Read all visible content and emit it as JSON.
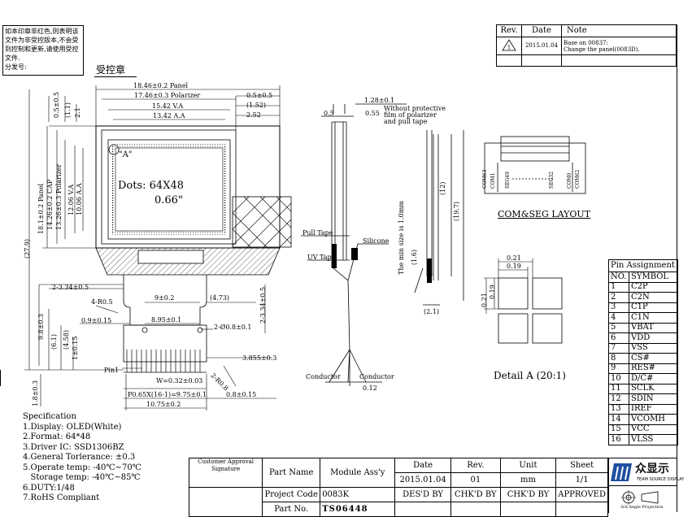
{
  "notice": {
    "lines": [
      "如本印章非红色,则表明该",
      "文件为非受控版本,不会受",
      "到控制和更新,请使用受控",
      "文件."
    ],
    "distribution_label": "分发号:",
    "stamp_label": "受控章"
  },
  "revision_block": {
    "headers": [
      "Rev.",
      "Date",
      "Note"
    ],
    "rows": [
      {
        "rev": "1",
        "date": "2015.01.04",
        "note_lines": [
          "Base on 00837:",
          "Change the panel(0083D)."
        ]
      }
    ]
  },
  "front_view": {
    "dims": {
      "panel_w": "18.46±0.2 Panel",
      "polarizer_w": "17.46±0.3 Polarizer",
      "va_w": "15.42 V.A",
      "aa_w": "13.42 A.A",
      "d05": "0.5±0.5",
      "d152": "(1.52)",
      "d252": "2.52",
      "top_05": "0.5±0.5",
      "top_11": "(1.1)",
      "top_21": "2.1",
      "panel_h": "18.1±0.2 Panel",
      "cap_h": "14.26±0.2 CAP",
      "pol_h": "13.26±0.3 Polarizer",
      "va_h": "12.06 V.A",
      "aa_h": "10.06 A.A",
      "total_h": "(27.9)",
      "d334": "2-3.34±0.5",
      "r05": "4-R0.5",
      "d9": "9±0.2",
      "d473": "(4.73)",
      "d09": "0.9±0.15",
      "d895": "8.95±0.1",
      "hole": "2-Ø0.8±0.1",
      "d334v": "2-3.34±0.5",
      "d98": "9.8±0.3",
      "d61": "(6.1)",
      "d458": "(4.58)",
      "d1": "1±0.15",
      "d3855": "3.855±0.3",
      "pin1": "Pin1",
      "w032": "W=0.32±0.03",
      "r080": "2-R0.8",
      "p065": "P0.65X(16-1)=9.75±0.1",
      "d08": "0.8±0.15",
      "d1075": "10.75±0.2",
      "d18": "1.8±0.3"
    },
    "marker_a": "\"A\"",
    "dots": "Dots: 64X48",
    "size": "0.66\""
  },
  "side_view": {
    "d128": "1.28±0.1",
    "d05": "0.5",
    "d055": "0.55",
    "note_lines": [
      "Without protective",
      "film of polarizer",
      "and pull tape"
    ],
    "pull_tape": "Pull Tape",
    "silicone": "Silicone",
    "uv_tape": "UV Tape",
    "min_size": "The min size is 1.0mm",
    "d16": "(1.6)",
    "d12": "(12)",
    "d197": "(19.7)",
    "d21": "(2.1)",
    "conductor_left": "Conductor",
    "conductor_right": "Conductor",
    "d012": "0.12"
  },
  "com_seg": {
    "title": "COM&SEG LAYOUT",
    "labels": [
      "COM63",
      "COM1",
      "SEG49",
      "SEG32",
      "COM0",
      "COM62"
    ]
  },
  "detail": {
    "title": "Detail A (20:1)",
    "d021": "0.21",
    "d019": "0.19",
    "v021": "0.21",
    "v019": "0.19"
  },
  "pin_assignment": {
    "title": "Pin Assignment",
    "headers": [
      "NO.",
      "SYMBOL"
    ],
    "rows": [
      [
        "1",
        "C2P"
      ],
      [
        "2",
        "C2N"
      ],
      [
        "3",
        "C1P"
      ],
      [
        "4",
        "C1N"
      ],
      [
        "5",
        "VBAT"
      ],
      [
        "6",
        "VDD"
      ],
      [
        "7",
        "VSS"
      ],
      [
        "8",
        "CS#"
      ],
      [
        "9",
        "RES#"
      ],
      [
        "10",
        "D/C#"
      ],
      [
        "11",
        "SCLK"
      ],
      [
        "12",
        "SDIN"
      ],
      [
        "13",
        "IREF"
      ],
      [
        "14",
        "VCOMH"
      ],
      [
        "15",
        "VCC"
      ],
      [
        "16",
        "VLSS"
      ]
    ]
  },
  "specification": {
    "title": "Specification",
    "items": [
      "1.Display: OLED(White)",
      "2.Format: 64*48",
      "3.Driver IC: SSD1306BZ",
      "4.General Torlerance: ±0.3",
      "5.Operate temp: -40℃~70℃",
      "   Storage temp: -40℃~85℃",
      "6.DUTY:1/48",
      "7.RoHS Compliant"
    ]
  },
  "title_block": {
    "customer_approval": [
      "Customer Approval",
      "Signature"
    ],
    "part_name_label": "Part Name",
    "part_name": "Module Ass'y",
    "project_code_label": "Project Code",
    "project_code": "0083K",
    "part_no_label": "Part No.",
    "part_no": "TS06448",
    "headers": [
      "Date",
      "Rev.",
      "Unit",
      "Sheet"
    ],
    "values": [
      "2015.01.04",
      "01",
      "mm",
      "1/1"
    ],
    "signoffs": [
      "DES'D BY",
      "CHK'D BY",
      "CHK'D BY",
      "APPROVED"
    ]
  },
  "company": {
    "name_cn": "众显示",
    "name_en": "TEAM SOURCE DISPLAY",
    "projection": "3rd Angle Projection"
  }
}
